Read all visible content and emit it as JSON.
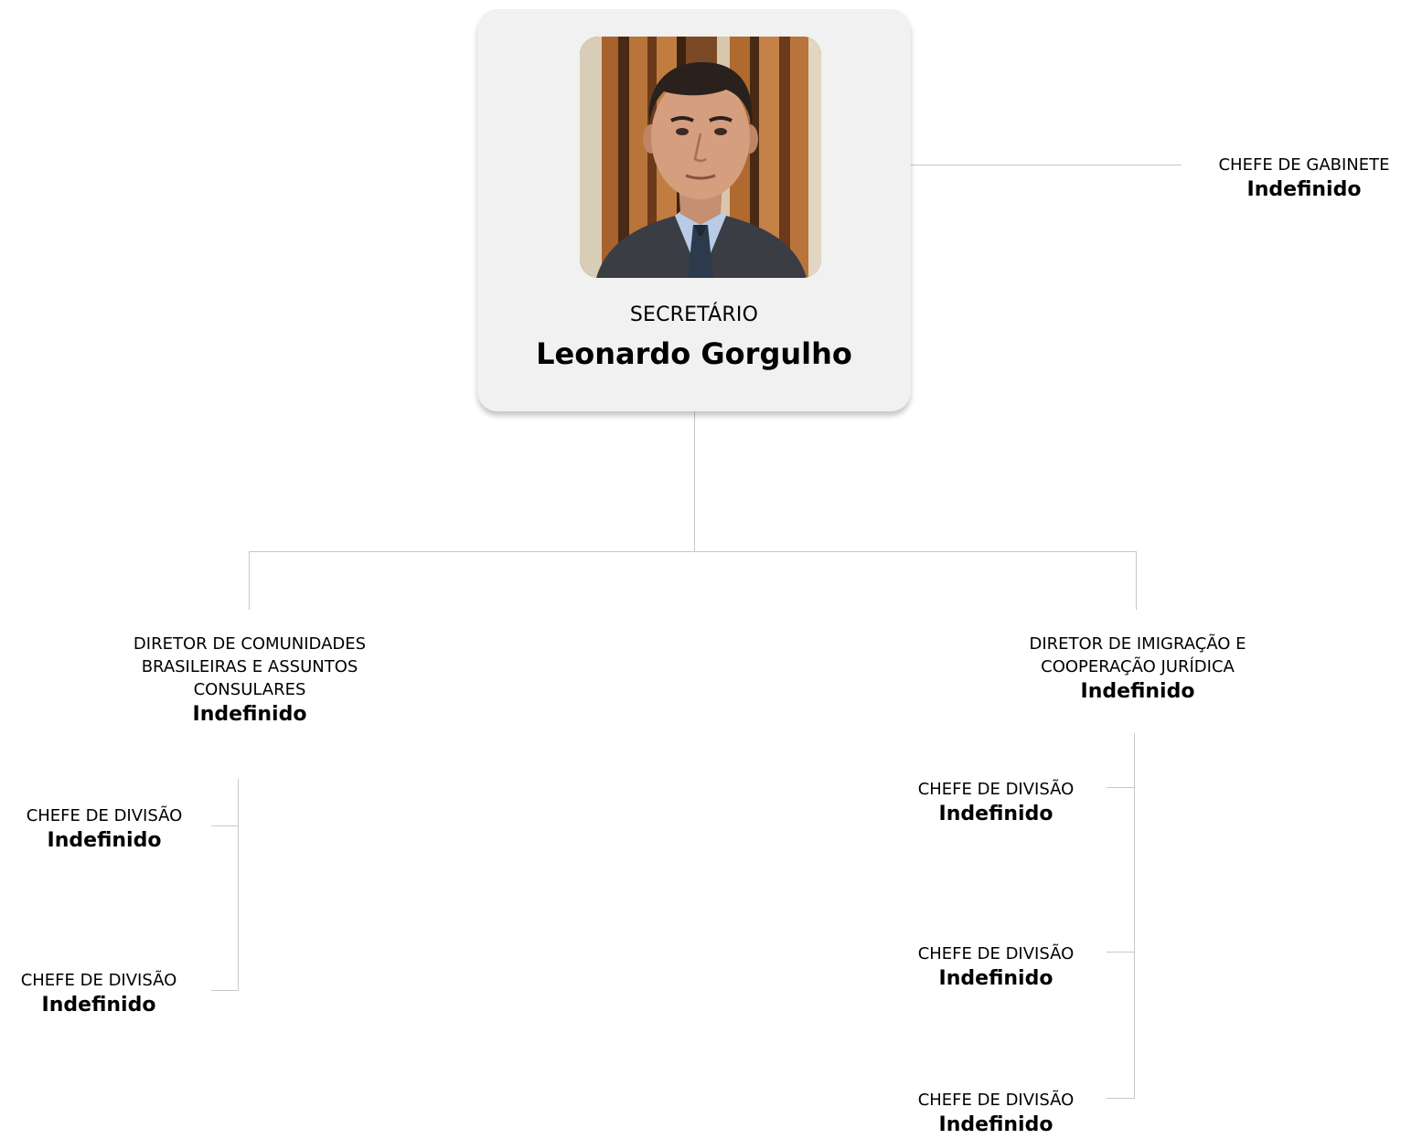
{
  "secretary": {
    "role": "SECRETÁRIO",
    "name": "Leonardo Gorgulho"
  },
  "chief_of_staff": {
    "role": "CHEFE DE GABINETE",
    "name": "Indefinido"
  },
  "directors": [
    {
      "role": "DIRETOR DE COMUNIDADES BRASILEIRAS E ASSUNTOS CONSULARES",
      "name": "Indefinido",
      "divisions": [
        {
          "role": "CHEFE DE DIVISÃO",
          "name": "Indefinido"
        },
        {
          "role": "CHEFE DE DIVISÃO",
          "name": "Indefinido"
        }
      ]
    },
    {
      "role": "DIRETOR DE IMIGRAÇÃO E COOPERAÇÃO JURÍDICA",
      "name": "Indefinido",
      "divisions": [
        {
          "role": "CHEFE DE DIVISÃO",
          "name": "Indefinido"
        },
        {
          "role": "CHEFE DE DIVISÃO",
          "name": "Indefinido"
        },
        {
          "role": "CHEFE DE DIVISÃO",
          "name": "Indefinido"
        }
      ]
    }
  ],
  "colors": {
    "connector": "#c8c8c8",
    "card_background": "#f1f1f1"
  }
}
